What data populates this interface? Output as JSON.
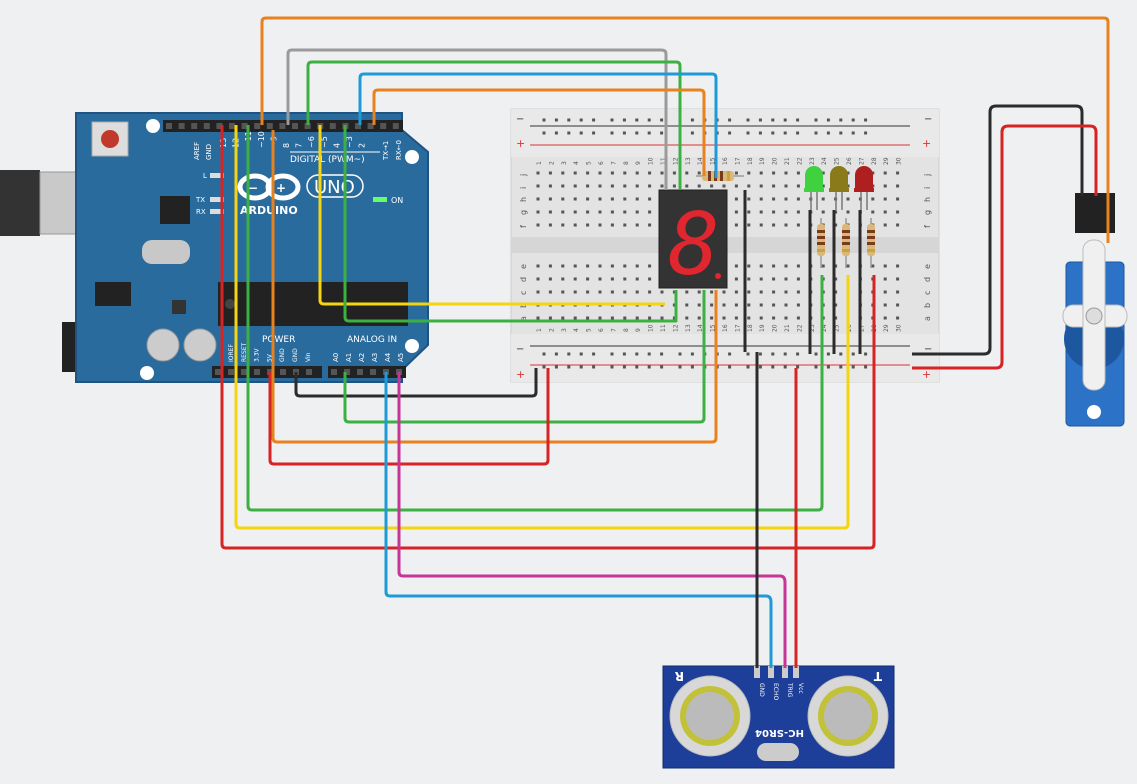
{
  "arduino": {
    "brand": "ARDUINO",
    "model": "UNO",
    "digital_label": "DIGITAL (PWM~)",
    "analog_label": "ANALOG IN",
    "power_label": "POWER",
    "on_label": "ON",
    "l_label": "L",
    "tx_label": "TX",
    "rx_label": "RX",
    "aref": "AREF",
    "gnd": "GND",
    "tx_pin": "TX→1",
    "rx_pin": "RX←0",
    "digital_pins": [
      "13",
      "12",
      "~11",
      "~10",
      "~9",
      "8",
      "7",
      "~6",
      "~5",
      "4",
      "~3",
      "2"
    ],
    "power_pins": [
      "IOREF",
      "RESET",
      "3.3V",
      "5V",
      "GND",
      "GND",
      "Vin"
    ],
    "analog_pins": [
      "A0",
      "A1",
      "A2",
      "A3",
      "A4",
      "A5"
    ]
  },
  "breadboard": {
    "rows_top": [
      "j",
      "i",
      "h",
      "g",
      "f"
    ],
    "rows_bottom": [
      "e",
      "d",
      "c",
      "b",
      "a"
    ],
    "plus": "+",
    "minus": "−",
    "columns": 30
  },
  "sensor": {
    "model": "HC-SR04",
    "pins": [
      "GND",
      "ECHO",
      "TRIG",
      "Vcc"
    ],
    "left_mark": "R",
    "right_mark": "T"
  },
  "display": {
    "digit": "8"
  },
  "colors": {
    "board": "#2a6b9e",
    "wire_orange": "#e8821e",
    "wire_gray": "#9a9a9a",
    "wire_green": "#3cb043",
    "wire_blue": "#1e9ad6",
    "wire_yellow": "#f5d50f",
    "wire_red": "#d62424",
    "wire_black": "#2b2b2b",
    "wire_magenta": "#c73597",
    "led_green": "#3fd13f",
    "led_yellow": "#8a7a1a",
    "led_red": "#b01f1f",
    "segment": "#e0262f"
  }
}
